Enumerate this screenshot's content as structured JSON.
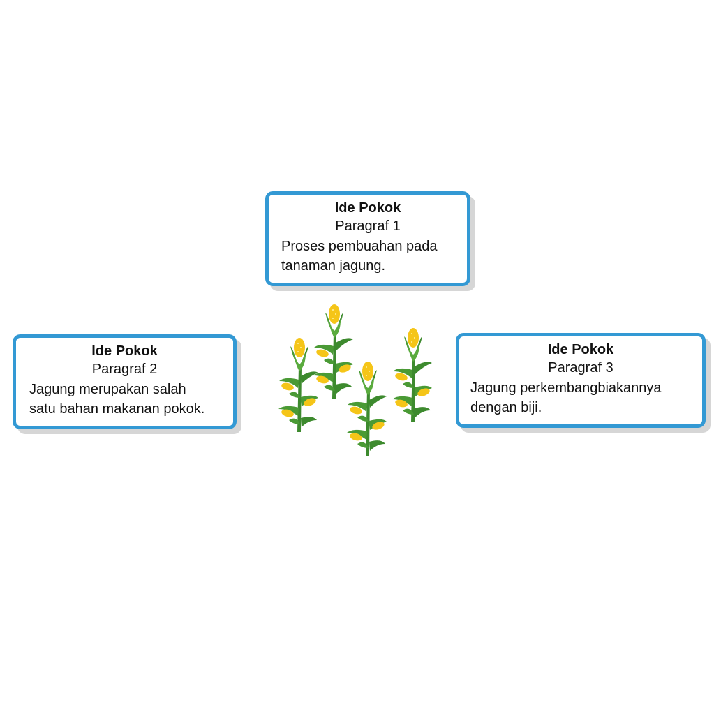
{
  "boxes": [
    {
      "title": "Ide Pokok",
      "subtitle": "Paragraf 1",
      "lines": [
        "Proses pembuahan pada",
        "tanaman jagung."
      ]
    },
    {
      "title": "Ide Pokok",
      "subtitle": "Paragraf 2",
      "lines": [
        "Jagung merupakan salah",
        "satu bahan makanan pokok."
      ]
    },
    {
      "title": "Ide Pokok",
      "subtitle": "Paragraf 3",
      "lines": [
        "Jagung perkembangbiakannya",
        "dengan biji."
      ]
    }
  ],
  "colors": {
    "border": "#3399d4",
    "leaf": "#4a9a35",
    "leaf_dark": "#2f7a25",
    "corn": "#f5c518"
  }
}
